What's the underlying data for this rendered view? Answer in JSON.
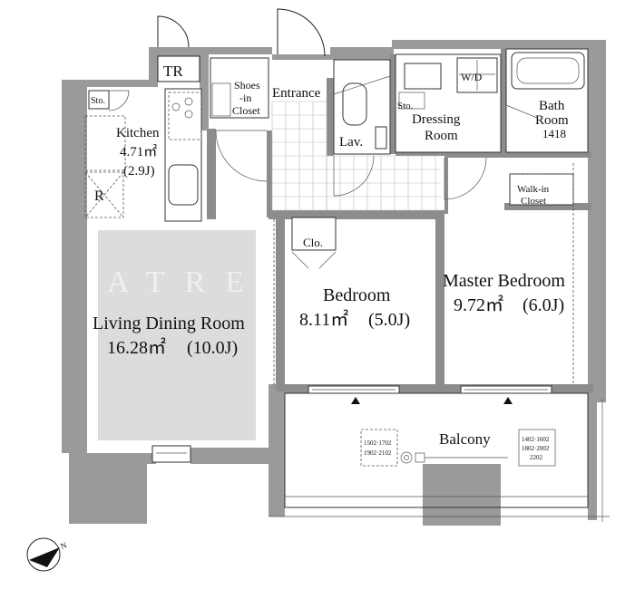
{
  "rooms": {
    "tr": "TR",
    "kitchen": {
      "name": "Kitchen",
      "area": "4.71㎡",
      "jo": "(2.9J)"
    },
    "sto_kitchen": "Sto.",
    "refrigerator": "R",
    "shoes_closet": [
      "Shoes",
      "-in",
      "Closet"
    ],
    "entrance": "Entrance",
    "lav": "Lav.",
    "sto_dressing": "Sto.",
    "wd": "W/D",
    "dressing": [
      "Dressing",
      "Room"
    ],
    "bath": [
      "Bath",
      "Room",
      "1418"
    ],
    "walkin": [
      "Walk-in",
      "Closet"
    ],
    "clo": "Clo.",
    "living": {
      "name": "Living Dining Room",
      "area": "16.28㎡",
      "jo": "(10.0J)"
    },
    "bedroom": {
      "name": "Bedroom",
      "area": "8.11㎡",
      "jo": "(5.0J)"
    },
    "master": {
      "name": "Master Bedroom",
      "area": "9.72㎡",
      "jo": "(6.0J)"
    },
    "balcony": "Balcony"
  },
  "watermark": "ATRE",
  "balcony_notes": {
    "left": [
      "1502·1702",
      "1902·2102"
    ],
    "right": [
      "1402·1602",
      "1802·2002",
      "2202"
    ]
  },
  "compass": {
    "north_label": "N"
  }
}
